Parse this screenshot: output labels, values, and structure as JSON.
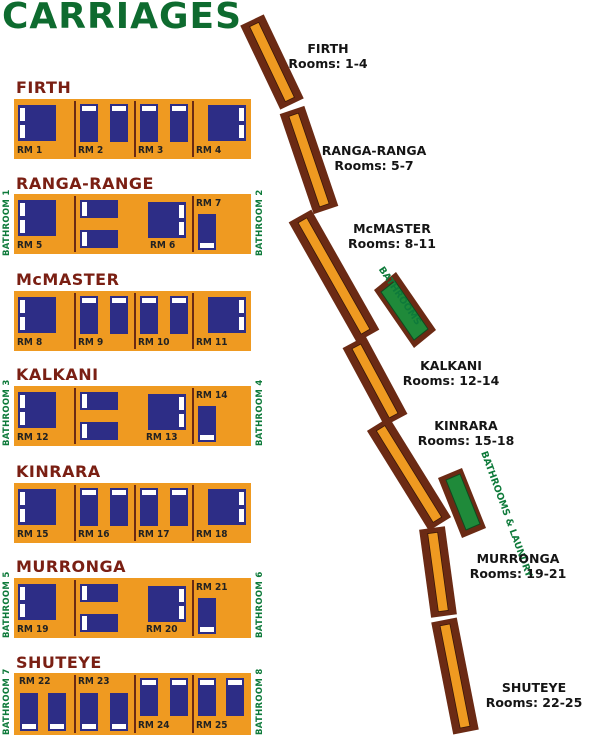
{
  "title": "CARRIAGES",
  "carriages": [
    {
      "name": "FIRTH",
      "rooms": [
        "RM 1",
        "RM 2",
        "RM 3",
        "RM 4"
      ]
    },
    {
      "name": "RANGA-RANGE",
      "rooms": [
        "RM 5",
        "RM 6",
        "RM 7"
      ],
      "bath_left": "BATHROOM 1",
      "bath_right": "BATHROOM 2"
    },
    {
      "name": "McMASTER",
      "rooms": [
        "RM 8",
        "RM 9",
        "RM 10",
        "RM 11"
      ]
    },
    {
      "name": "KALKANI",
      "rooms": [
        "RM 12",
        "RM 13",
        "RM 14"
      ],
      "bath_left": "BATHROOM 3",
      "bath_right": "BATHROOM 4"
    },
    {
      "name": "KINRARA",
      "rooms": [
        "RM 15",
        "RM 16",
        "RM 17",
        "RM 18"
      ]
    },
    {
      "name": "MURRONGA",
      "rooms": [
        "RM 19",
        "RM 20",
        "RM 21"
      ],
      "bath_left": "BATHROOM 5",
      "bath_right": "BATHROOM 6"
    },
    {
      "name": "SHUTEYE",
      "rooms": [
        "RM 22",
        "RM 23",
        "RM 24",
        "RM 25"
      ],
      "bath_left": "BATHROOM 7",
      "bath_right": "BATHROOM 8"
    }
  ],
  "map_labels": [
    {
      "name": "FIRTH",
      "rooms": "Rooms: 1-4"
    },
    {
      "name": "RANGA-RANGA",
      "rooms": "Rooms: 5-7"
    },
    {
      "name": "McMASTER",
      "rooms": "Rooms: 8-11"
    },
    {
      "name": "KALKANI",
      "rooms": "Rooms: 12-14"
    },
    {
      "name": "KINRARA",
      "rooms": "Rooms: 15-18"
    },
    {
      "name": "MURRONGA",
      "rooms": "Rooms: 19-21"
    },
    {
      "name": "SHUTEYE",
      "rooms": "Rooms: 22-25"
    }
  ],
  "map_bathrooms": {
    "upper": "BATHROOMS",
    "lower_line1": "BATHROOMS",
    "lower_line2": "& LAUNDRY"
  },
  "colors": {
    "carriage": "#ef9a21",
    "bed": "#2d2d86",
    "frame": "#6b2a14",
    "title": "#0e6b2f",
    "bathroom": "#1f8a3a"
  }
}
